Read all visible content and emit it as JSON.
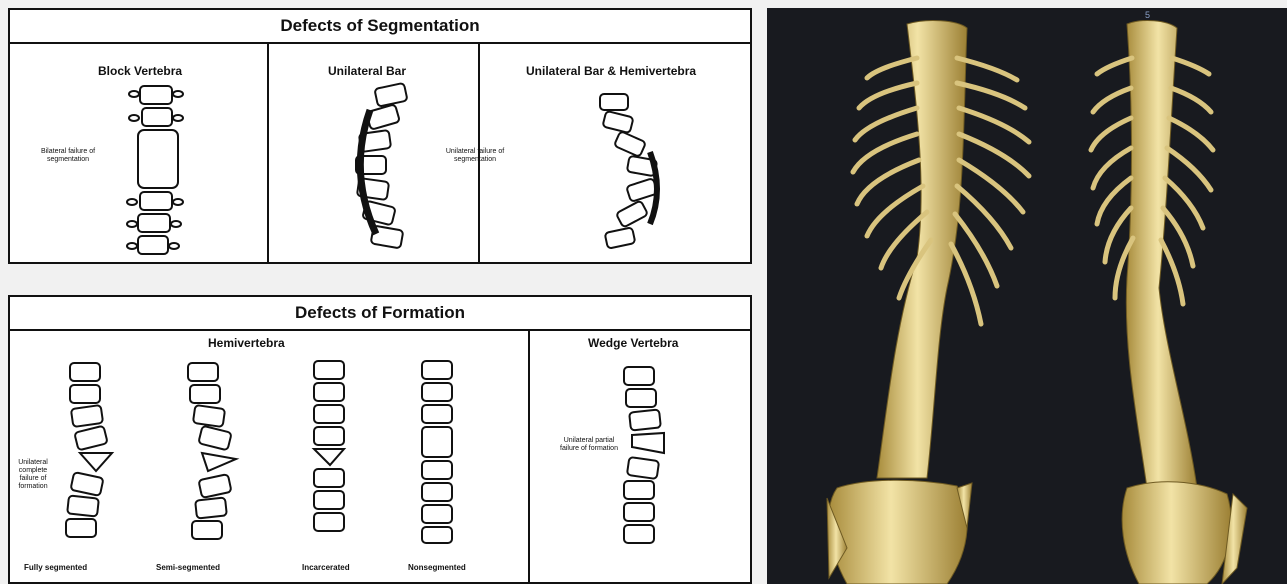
{
  "segmentation": {
    "title": "Defects of Segmentation",
    "columns": [
      {
        "title": "Block Vertebra",
        "note": "Bilateral failure of segmentation"
      },
      {
        "title": "Unilateral Bar",
        "note": "Unilateral failure of segmentation"
      },
      {
        "title": "Unilateral Bar & Hemivertebra"
      }
    ]
  },
  "formation": {
    "title": "Defects of Formation",
    "hemi_title": "Hemivertebra",
    "wedge_title": "Wedge Vertebra",
    "hemi_note": "Unilateral complete failure of formation",
    "wedge_note": "Unilateral partial failure of formation",
    "subtypes": [
      "Fully segmented",
      "Semi-segmented",
      "Incarcerated",
      "Nonsegmented"
    ]
  },
  "ct": {
    "marker": "5"
  },
  "colors": {
    "bone": "#e6d290",
    "bone_shadow": "#a88c3c",
    "ct_bg": "#181a1f"
  }
}
